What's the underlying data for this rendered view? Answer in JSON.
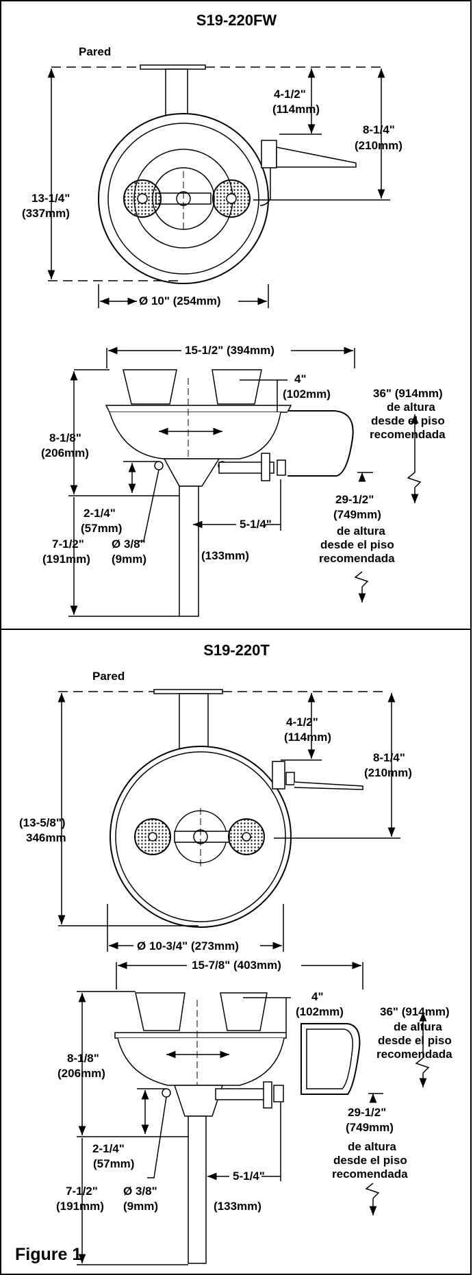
{
  "panel1": {
    "title": "S19-220FW",
    "wall_label": "Pared",
    "dim_4_5": "4-1/2\"",
    "dim_4_5_mm": "(114mm)",
    "dim_8_25": "8-1/4\"",
    "dim_8_25_mm": "(210mm)",
    "dim_13_25": "13-1/4\"",
    "dim_13_25_mm": "(337mm)",
    "dim_diam": "Ø 10\" (254mm)",
    "dim_width": "15-1/2\" (394mm)",
    "dim_4": "4\"",
    "dim_4_mm": "(102mm)",
    "height_36": "36\" (914mm)",
    "height_36_l2": "de altura",
    "height_36_l3": "desde el piso",
    "height_36_l4": "recomendada",
    "dim_8_125": "8-1/8\"",
    "dim_8_125_mm": "(206mm)",
    "dim_2_25": "2-1/4\"",
    "dim_2_25_mm": "(57mm)",
    "height_29": "29-1/2\"",
    "height_29_mm": "(749mm)",
    "height_29_l3": "de altura",
    "height_29_l4": "desde el piso",
    "height_29_l5": "recomendada",
    "dim_7_5": "7-1/2\"",
    "dim_7_5_mm": "(191mm)",
    "dim_3_8": "Ø 3/8\"",
    "dim_3_8_mm": "(9mm)",
    "dim_5_25": "5-1/4\"",
    "dim_5_25_mm": "(133mm)"
  },
  "panel2": {
    "title": "S19-220T",
    "wall_label": "Pared",
    "dim_4_5": "4-1/2\"",
    "dim_4_5_mm": "(114mm)",
    "dim_8_25": "8-1/4\"",
    "dim_8_25_mm": "(210mm)",
    "dim_13_625": "(13-5/8\")",
    "dim_13_625_mm": "346mm",
    "dim_diam": "Ø 10-3/4\" (273mm)",
    "dim_width": "15-7/8\" (403mm)",
    "dim_4": "4\"",
    "dim_4_mm": "(102mm)",
    "height_36": "36\" (914mm)",
    "height_36_l2": "de altura",
    "height_36_l3": "desde el piso",
    "height_36_l4": "recomendada",
    "dim_8_125": "8-1/8\"",
    "dim_8_125_mm": "(206mm)",
    "dim_2_25": "2-1/4\"",
    "dim_2_25_mm": "(57mm)",
    "height_29": "29-1/2\"",
    "height_29_mm": "(749mm)",
    "height_29_l3": "de altura",
    "height_29_l4": "desde el piso",
    "height_29_l5": "recomendada",
    "dim_7_5": "7-1/2\"",
    "dim_7_5_mm": "(191mm)",
    "dim_3_8": "Ø 3/8\"",
    "dim_3_8_mm": "(9mm)",
    "dim_5_25": "5-1/4\"",
    "dim_5_25_mm": "(133mm)"
  },
  "figure_label": "Figure 1"
}
